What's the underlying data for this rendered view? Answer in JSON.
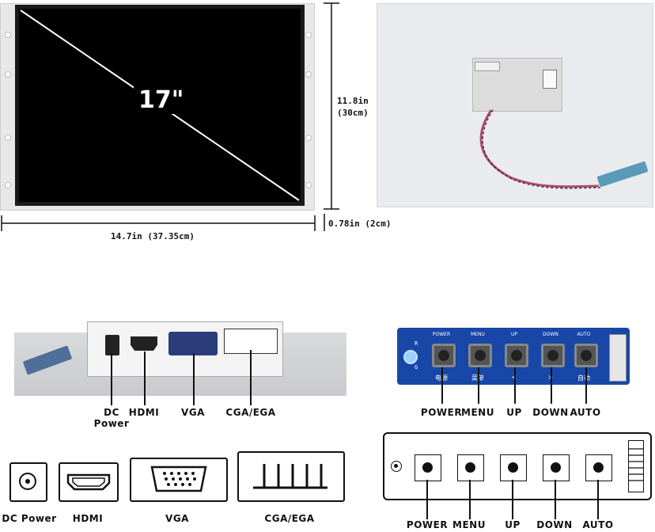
{
  "front_view": {
    "screen_size_label": "17\"",
    "height_dim_line1": "11.8in",
    "height_dim_line2": "(30cm)",
    "width_dim": "14.7in (37.35cm)",
    "depth_dim": "0.78in (2cm)"
  },
  "ports_photo": {
    "labels": [
      "DC\nPower",
      "HDMI",
      "VGA",
      "CGA/EGA"
    ]
  },
  "keypad_photo": {
    "silk_top": [
      "POWER",
      "MENU",
      "UP",
      "DOWN",
      "AUTO"
    ],
    "silk_bottom": [
      "电源",
      "菜单",
      "<",
      ">",
      "自动"
    ],
    "led_labels": [
      "R",
      "G"
    ],
    "labels": [
      "POWER",
      "MENU",
      "UP",
      "DOWN",
      "AUTO"
    ]
  },
  "port_icons": {
    "labels": [
      "DC Power",
      "HDMI",
      "VGA",
      "CGA/EGA"
    ]
  },
  "keypad_drawing": {
    "labels": [
      "POWER",
      "MENU",
      "UP",
      "DOWN",
      "AUTO"
    ]
  },
  "colors": {
    "pcb_blue": "#1947a8",
    "screen_black": "#000000",
    "panel_silver": "#e9ebee"
  }
}
